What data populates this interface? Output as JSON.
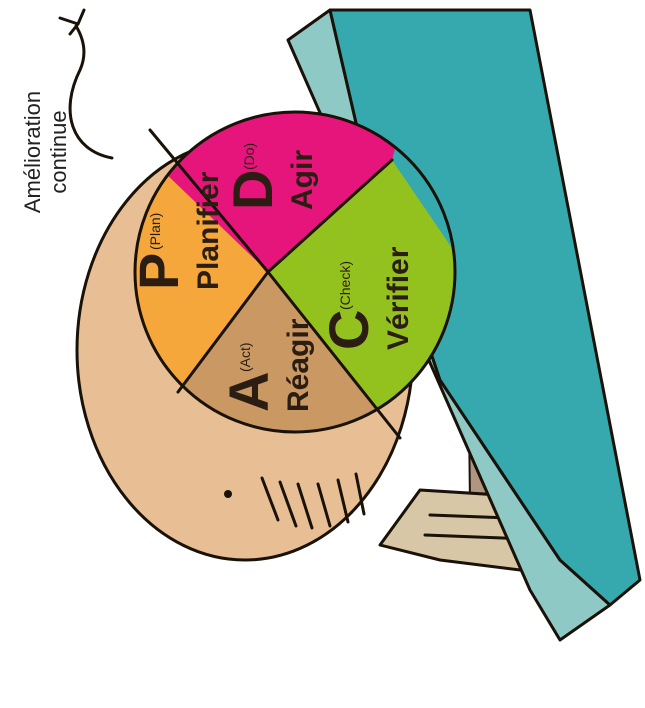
{
  "caption": {
    "line1": "Amélioration",
    "line2": "continue"
  },
  "quadrants": [
    {
      "id": "plan",
      "letter": "P",
      "english": "(Plan)",
      "word": "Planifier",
      "color": "#f6a73b"
    },
    {
      "id": "do",
      "letter": "D",
      "english": "(Do)",
      "word": "Agir",
      "color": "#e5157b"
    },
    {
      "id": "check",
      "letter": "C",
      "english": "(Check)",
      "word": "Vérifier",
      "color": "#93c21f"
    },
    {
      "id": "act",
      "letter": "A",
      "english": "(Act)",
      "word": "Réagir",
      "color": "#c99863"
    }
  ],
  "colors": {
    "wheel_side": "#e8bf95",
    "wedge_top": "#35a9ad",
    "wedge_side": "#8fc9c6",
    "wedge_shadow": "#b09580",
    "wedge_base": "#d7c7a6",
    "outline": "#1a1208"
  }
}
